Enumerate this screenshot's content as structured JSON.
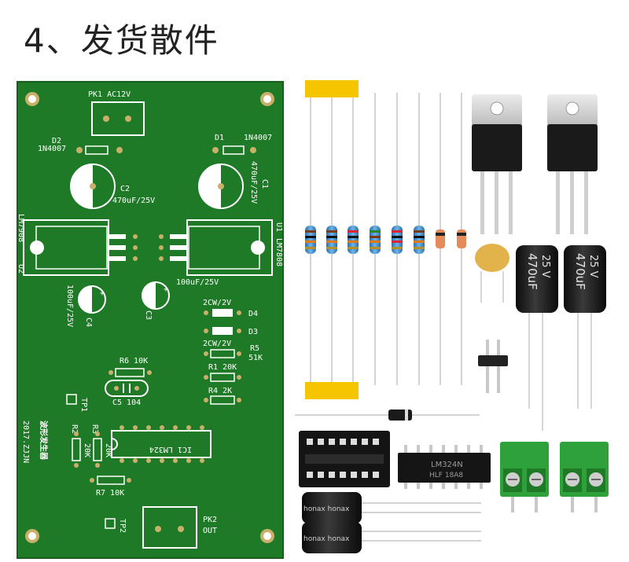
{
  "title": "4、发货散件",
  "pcb": {
    "labels": {
      "pk1": "PK1  AC12V",
      "d2": "D2",
      "d2_part": "1N4007",
      "d1": "D1",
      "d1_part": "1N4007",
      "c2": "C2",
      "c2_val": "470uF/25V",
      "c1": "C1",
      "c1_val": "470uF/25V",
      "u2": "U2",
      "u2_part": "LM7908",
      "u1": "U1",
      "u1_part": "LM7808",
      "c_mid": "100uF/25V",
      "c4_val": "100uF/25V",
      "c4": "C4",
      "c3": "C3",
      "d4_val": "2CW/2V",
      "d4": "D4",
      "d3": "D3",
      "d5_val": "2CW/2V",
      "r5": "R5",
      "r5_val": "51K",
      "r6": "R6  10K",
      "r1": "R1  20K",
      "r4": "R4  2K",
      "c5": "C5  104",
      "tp1": "TP1",
      "r2": "R2",
      "r2_val": "20K",
      "r3": "R3",
      "r3_val": "20K",
      "ic1": "IC1  LM324",
      "r7": "R7  10K",
      "tp2": "TP2",
      "pk2": "PK2",
      "pk2_sub": "OUT",
      "board_text": "2017.ZJJN",
      "board_name": "波形发生器"
    }
  },
  "parts": {
    "cap_big_label": "470uF",
    "cap_big_v": "25  V",
    "ic_label": "LM324N",
    "ic_code": "HLF   18A8",
    "cap_small_label": "honax   honax"
  },
  "colors": {
    "pcb": "#1f7a27",
    "silk": "#ffffff",
    "tape": "#f5c500",
    "terminal": "#2fa13a"
  }
}
